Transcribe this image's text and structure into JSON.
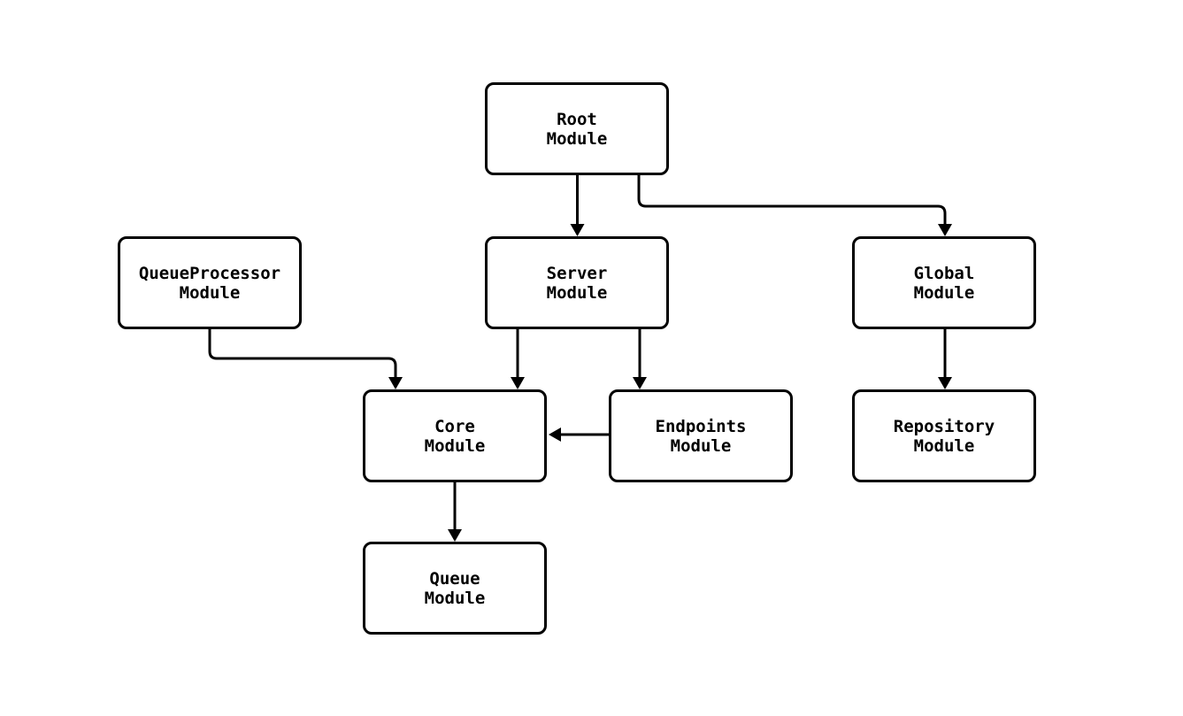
{
  "diagram": {
    "type": "flowchart",
    "direction": "top-down",
    "background_color": "#ffffff",
    "node_fill_color": "#ffffff",
    "node_border_color": "#000000",
    "edge_color": "#000000",
    "text_color": "#000000",
    "nodes": [
      {
        "id": "root",
        "label": "Root\nModule"
      },
      {
        "id": "queue-processor",
        "label": "QueueProcessor\nModule"
      },
      {
        "id": "server",
        "label": "Server\nModule"
      },
      {
        "id": "global",
        "label": "Global\nModule"
      },
      {
        "id": "core",
        "label": "Core\nModule"
      },
      {
        "id": "endpoints",
        "label": "Endpoints\nModule"
      },
      {
        "id": "repository",
        "label": "Repository\nModule"
      },
      {
        "id": "queue",
        "label": "Queue\nModule"
      }
    ],
    "edges": [
      {
        "from": "root",
        "to": "server"
      },
      {
        "from": "root",
        "to": "global"
      },
      {
        "from": "queue-processor",
        "to": "core"
      },
      {
        "from": "server",
        "to": "core"
      },
      {
        "from": "server",
        "to": "endpoints"
      },
      {
        "from": "endpoints",
        "to": "core"
      },
      {
        "from": "global",
        "to": "repository"
      },
      {
        "from": "core",
        "to": "queue"
      }
    ]
  }
}
